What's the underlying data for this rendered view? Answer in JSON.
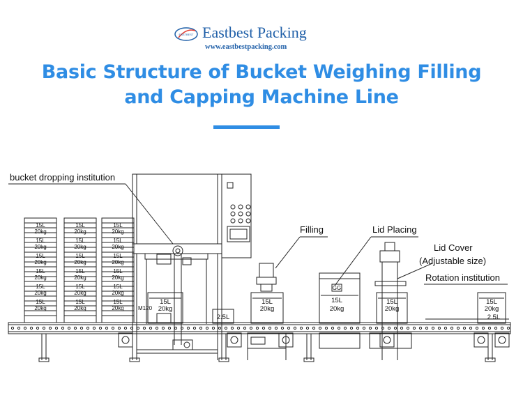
{
  "header": {
    "brand": "Eastbest Packing",
    "url": "www.eastbestpacking.com",
    "badge_text": "EASTBEST",
    "title_line1": "Basic Structure of Bucket Weighing Filling",
    "title_line2": "and Capping Machine Line"
  },
  "colors": {
    "title": "#2f8de4",
    "brand": "#1f5fa8",
    "line": "#222222"
  },
  "labels": {
    "bucket_dropping": "bucket dropping institution",
    "filling": "Filling",
    "lid_placing": "Lid Placing",
    "lid_cover": "Lid Cover",
    "lid_cover_sub": "(Adjustable size)",
    "rotation": "Rotation institution"
  },
  "bucket_marks": {
    "volume": "15L",
    "weight": "20kg",
    "small_volume": "2.5L",
    "stack_volume": "15L",
    "stack_weight": "20kg",
    "lid_mark": "GG",
    "model_tag": "M120"
  }
}
